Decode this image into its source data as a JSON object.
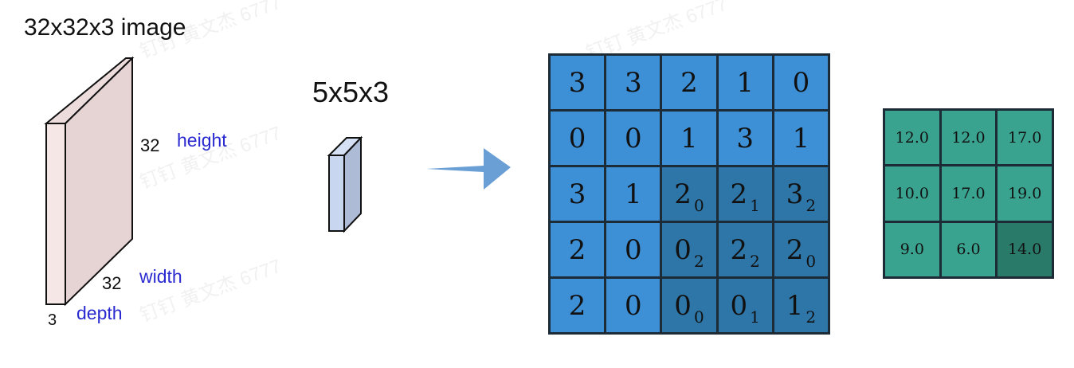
{
  "left": {
    "title": "32x32x3 image",
    "height_num": "32",
    "height_label": "height",
    "width_num": "32",
    "width_label": "width",
    "depth_num": "3",
    "depth_label": "depth"
  },
  "filter": {
    "title": "5x5x3"
  },
  "watermark": {
    "text": "钉钉 黄文杰 6777"
  },
  "input_grid": [
    [
      {
        "v": "3"
      },
      {
        "v": "3"
      },
      {
        "v": "2"
      },
      {
        "v": "1"
      },
      {
        "v": "0"
      }
    ],
    [
      {
        "v": "0"
      },
      {
        "v": "0"
      },
      {
        "v": "1"
      },
      {
        "v": "3"
      },
      {
        "v": "1"
      }
    ],
    [
      {
        "v": "3"
      },
      {
        "v": "1"
      },
      {
        "v": "2",
        "s": "0",
        "hl": true
      },
      {
        "v": "2",
        "s": "1",
        "hl": true
      },
      {
        "v": "3",
        "s": "2",
        "hl": true
      }
    ],
    [
      {
        "v": "2"
      },
      {
        "v": "0"
      },
      {
        "v": "0",
        "s": "2",
        "hl": true
      },
      {
        "v": "2",
        "s": "2",
        "hl": true
      },
      {
        "v": "2",
        "s": "0",
        "hl": true
      }
    ],
    [
      {
        "v": "2"
      },
      {
        "v": "0"
      },
      {
        "v": "0",
        "s": "0",
        "hl": true
      },
      {
        "v": "0",
        "s": "1",
        "hl": true
      },
      {
        "v": "1",
        "s": "2",
        "hl": true
      }
    ]
  ],
  "output_grid": [
    [
      {
        "v": "12.0"
      },
      {
        "v": "12.0"
      },
      {
        "v": "17.0"
      }
    ],
    [
      {
        "v": "10.0"
      },
      {
        "v": "17.0"
      },
      {
        "v": "19.0"
      }
    ],
    [
      {
        "v": "9.0"
      },
      {
        "v": "6.0"
      },
      {
        "v": "14.0",
        "hl": true
      }
    ]
  ],
  "colors": {
    "input_cell": "#3d8fd6",
    "input_highlight": "#2e76a8",
    "output_cell": "#3aa38f",
    "output_highlight": "#2a7a6a",
    "arrow": "#6a9fd6",
    "label_blue": "#2a2ad0"
  }
}
